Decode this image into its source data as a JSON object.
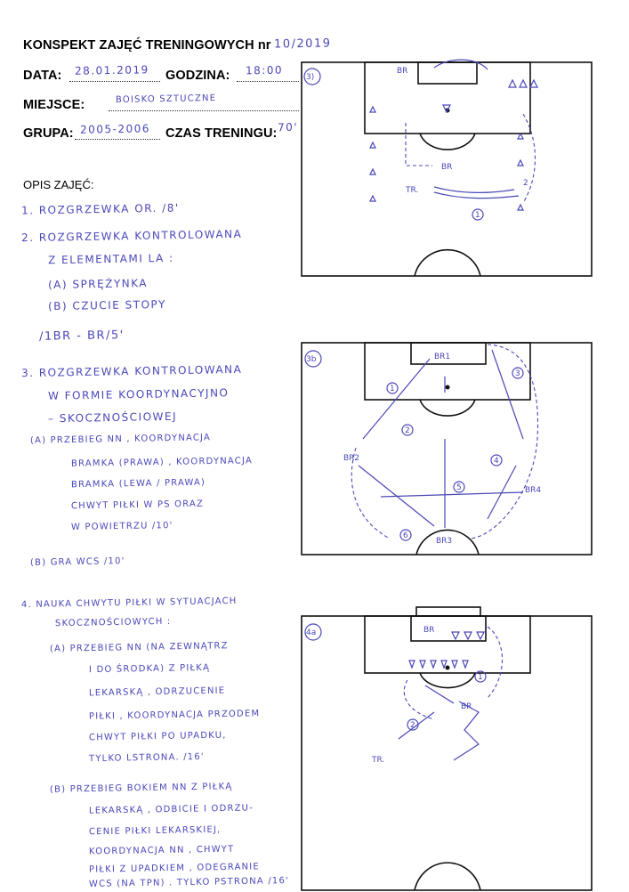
{
  "header": {
    "title": "KONSPEKT ZAJĘĆ TRENINGOWYCH nr",
    "number": "10/2019",
    "date_label": "DATA:",
    "date_value": "28.01.2019",
    "hour_label": "GODZINA:",
    "hour_value": "18:00",
    "place_label": "MIEJSCE:",
    "place_value": "BOISKO SZTUCZNE",
    "group_label": "GRUPA:",
    "group_value": "2005-2006",
    "time_label": "CZAS TRENINGU:",
    "time_value": "70'"
  },
  "description_label": "OPIS ZAJĘĆ:",
  "notes": [
    "1. ROZGRZEWKA OR. /8'",
    "2. ROZGRZEWKA KONTROLOWANA",
    "Z ELEMENTAMI LA :",
    "(A)  SPRĘŻYNKA",
    "(B)  CZUCIE STOPY",
    "/1BR - BR/5'",
    "3. ROZGRZEWKA KONTROLOWANA",
    "W FORMIE KOORDYNACYJNO",
    "– SKOCZNOŚCIOWEJ",
    "(A)  PRZEBIEG NN , KOORDYNACJA",
    "BRAMKA (PRAWA) , KOORDYNACJA",
    "BRAMKA (LEWA / PRAWA)",
    "CHWYT PIŁKI W PS ORAZ",
    "W POWIETRZU /10'",
    "(B)  GRA WCS /10'",
    "4.  NAUKA CHWYTU PIŁKI W SYTUACJACH",
    "SKOCZNOŚCIOWYCH :",
    "(A)  PRZEBIEG NN (NA ZEWNĄTRZ",
    "I DO ŚRODKA) Z PIŁKĄ",
    "LEKARSKĄ , ODRZUCENIE",
    "PIŁKI , KOORDYNACJA PRZODEM",
    "CHWYT PIŁKI PO UPADKU,",
    "TYLKO LSTRONA. /16'",
    "(B)  PRZEBIEG BOKIEM NN Z PIŁKĄ",
    "LEKARSKĄ , ODBICIE I ODRZU-",
    "CENIE PIŁKI LEKARSKIEJ,",
    "KOORDYNACJA NN , CHWYT",
    "PIŁKI Z UPADKIEM , ODEGRANIE",
    "WCS (NA TPN) . TYLKO PSTRONA /16'"
  ],
  "diagrams": [
    {
      "badge": "3)",
      "labels": [
        "BR",
        "BR",
        "TR.",
        "1",
        "2"
      ]
    },
    {
      "badge": "3b",
      "labels": [
        "BR1",
        "BR2",
        "BR3",
        "BR4",
        "1",
        "2",
        "3",
        "4",
        "5",
        "6"
      ]
    },
    {
      "badge": "4a",
      "labels": [
        "BR",
        "BR",
        "TR.",
        "1",
        "2"
      ]
    }
  ]
}
